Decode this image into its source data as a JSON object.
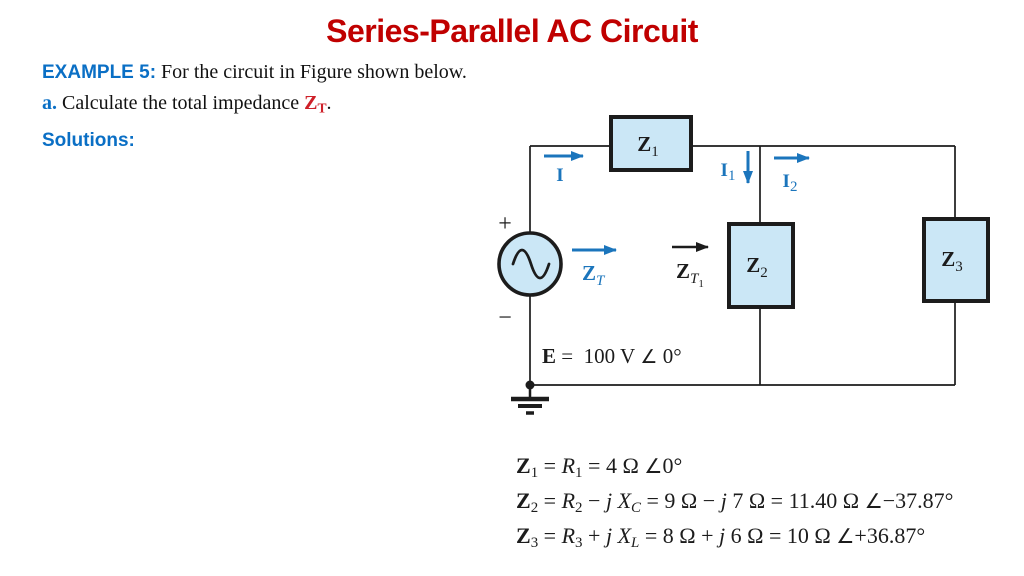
{
  "slide": {
    "title": "Series-Parallel AC Circuit",
    "example": {
      "label": "EXAMPLE 5:",
      "text": " For the circuit in Figure shown below."
    },
    "item_a": {
      "label": "a.",
      "text": " Calculate the total impedance ",
      "zt_main": "Z",
      "zt_sub": "T",
      "period": "."
    },
    "solutions_label": "Solutions:"
  },
  "colors": {
    "title_red": "#C00000",
    "heading_blue": "#0A6FC5",
    "circuit_blue": "#1B75BC",
    "impedance_red": "#CE2029",
    "box_fill": "#CBE7F6",
    "line_black": "#1C1C1C"
  },
  "circuit": {
    "source": {
      "plus": "+",
      "minus": "−"
    },
    "e_label": {
      "main": "E",
      "rest": " =  100 V ",
      "angle": "∠",
      "value": " 0°"
    },
    "boxes": {
      "z1": {
        "main": "Z",
        "sub": "1"
      },
      "z2": {
        "main": "Z",
        "sub": "2"
      },
      "z3": {
        "main": "Z",
        "sub": "3"
      }
    },
    "currents": {
      "i": {
        "main": "I"
      },
      "i1": {
        "main": "I",
        "sub": "1"
      },
      "i2": {
        "main": "I",
        "sub": "2"
      }
    },
    "impedances": {
      "zt": {
        "main": "Z",
        "sub": "T"
      },
      "zt1": {
        "main": "Z",
        "sub": "T",
        "subsub": "1"
      }
    }
  },
  "equations": {
    "lines": [
      {
        "segments": [
          {
            "t": "Z",
            "c": "b"
          },
          {
            "t": "1",
            "c": "sub"
          },
          {
            "t": " = ",
            "c": ""
          },
          {
            "t": "R",
            "c": "i"
          },
          {
            "t": "1",
            "c": "sub"
          },
          {
            "t": " = 4 Ω ",
            "c": ""
          },
          {
            "t": "∠",
            "c": "ang"
          },
          {
            "t": "0°",
            "c": ""
          }
        ]
      },
      {
        "segments": [
          {
            "t": "Z",
            "c": "b"
          },
          {
            "t": "2",
            "c": "sub"
          },
          {
            "t": " = ",
            "c": ""
          },
          {
            "t": "R",
            "c": "i"
          },
          {
            "t": "2",
            "c": "sub"
          },
          {
            "t": " − ",
            "c": ""
          },
          {
            "t": "j ",
            "c": "i"
          },
          {
            "t": "X",
            "c": "i"
          },
          {
            "t": "C",
            "c": "sbi"
          },
          {
            "t": " = 9 Ω − ",
            "c": ""
          },
          {
            "t": "j ",
            "c": "i"
          },
          {
            "t": "7 Ω = 11.40 Ω ",
            "c": ""
          },
          {
            "t": "∠",
            "c": "ang"
          },
          {
            "t": "−37.87°",
            "c": ""
          }
        ]
      },
      {
        "segments": [
          {
            "t": "Z",
            "c": "b"
          },
          {
            "t": "3",
            "c": "sub"
          },
          {
            "t": " = ",
            "c": ""
          },
          {
            "t": "R",
            "c": "i"
          },
          {
            "t": "3",
            "c": "sub"
          },
          {
            "t": " + ",
            "c": ""
          },
          {
            "t": "j ",
            "c": "i"
          },
          {
            "t": "X",
            "c": "i"
          },
          {
            "t": "L",
            "c": "sbi"
          },
          {
            "t": " = 8 Ω + ",
            "c": ""
          },
          {
            "t": "j ",
            "c": "i"
          },
          {
            "t": "6 Ω = 10 Ω ",
            "c": ""
          },
          {
            "t": "∠",
            "c": "ang"
          },
          {
            "t": "+36.87°",
            "c": ""
          }
        ]
      }
    ]
  }
}
